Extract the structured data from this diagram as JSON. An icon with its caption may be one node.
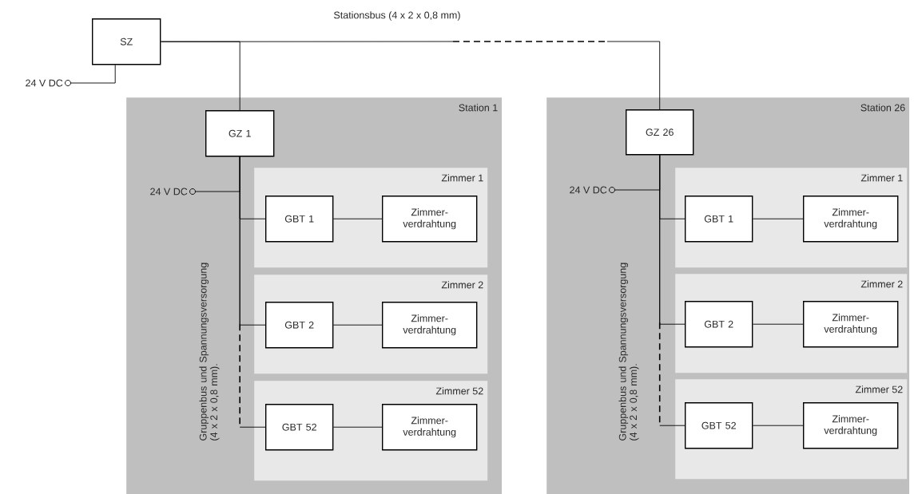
{
  "diagram": {
    "nodes": [
      {
        "text": [
          "SZ"
        ]
      },
      {
        "text": [
          "24 V DC"
        ]
      },
      {
        "text": [
          "Station 1"
        ]
      },
      {
        "text": [
          "GZ 1"
        ],
        "in": 2
      },
      {
        "text": [
          "24 V DC"
        ],
        "in": 2
      },
      {
        "text": [
          "Zimmer 1"
        ],
        "in": 2
      },
      {
        "text": [
          "GBT 1"
        ],
        "in": 5
      },
      {
        "text": [
          "Zimmer- verdrahtung"
        ],
        "in": 5
      },
      {
        "text": [
          "Zimmer 2"
        ],
        "in": 2
      },
      {
        "text": [
          "GBT 2"
        ],
        "in": 8
      },
      {
        "text": [
          "Zimmer- verdrahtung"
        ],
        "in": 8
      },
      {
        "text": [
          "Zimmer 52"
        ],
        "in": 2
      },
      {
        "text": [
          "GBT 52"
        ],
        "in": 11
      },
      {
        "text": [
          "Zimmer- verdrahtung"
        ],
        "in": 11
      },
      {
        "text": [
          "Station 26"
        ]
      },
      {
        "text": [
          "GZ 26"
        ],
        "in": 14
      },
      {
        "text": [
          "24 V DC"
        ],
        "in": 14
      },
      {
        "text": [
          "Zimmer 1"
        ],
        "in": 14
      },
      {
        "text": [
          "GBT 1"
        ],
        "in": 17
      },
      {
        "text": [
          "Zimmer- verdrahtung"
        ],
        "in": 17
      },
      {
        "text": [
          "Zimmer 2"
        ],
        "in": 14
      },
      {
        "text": [
          "GBT 2"
        ],
        "in": 20
      },
      {
        "text": [
          "Zimmer- verdrahtung"
        ],
        "in": 20
      },
      {
        "text": [
          "Zimmer 52"
        ],
        "in": 14
      },
      {
        "text": [
          "GBT 52"
        ],
        "in": 23
      },
      {
        "text": [
          "Zimmer- verdrahtung"
        ],
        "in": 23
      }
    ],
    "edges": [
      {
        "from": 1,
        "to": 0,
        "arrow": "none"
      },
      {
        "from": 0,
        "to": 3,
        "arrow": "none"
      },
      {
        "from": 0,
        "to": 15,
        "arrow": "none"
      },
      {
        "from": 4,
        "to": 3,
        "arrow": "none"
      },
      {
        "from": 3,
        "to": 6,
        "arrow": "none"
      },
      {
        "from": 3,
        "to": 9,
        "arrow": "none"
      },
      {
        "from": 3,
        "to": 12,
        "arrow": "none"
      },
      {
        "from": 6,
        "to": 7,
        "arrow": "none"
      },
      {
        "from": 9,
        "to": 10,
        "arrow": "none"
      },
      {
        "from": 12,
        "to": 13,
        "arrow": "none"
      },
      {
        "from": 16,
        "to": 15,
        "arrow": "none"
      },
      {
        "from": 15,
        "to": 18,
        "arrow": "none"
      },
      {
        "from": 15,
        "to": 21,
        "arrow": "none"
      },
      {
        "from": 15,
        "to": 24,
        "arrow": "none"
      },
      {
        "from": 18,
        "to": 19,
        "arrow": "none"
      },
      {
        "from": 21,
        "to": 22,
        "arrow": "none"
      },
      {
        "from": 24,
        "to": 25,
        "arrow": "none"
      }
    ],
    "labels": [
      "Stationsbus (4 x 2 x 0,8 mm)",
      "Gruppenbus und Spannungsversorgung (4 x 2 x 0,8 mm).",
      "Gruppenbus und Spannungsversorgung (4 x 2 x 0,8 mm)."
    ]
  }
}
